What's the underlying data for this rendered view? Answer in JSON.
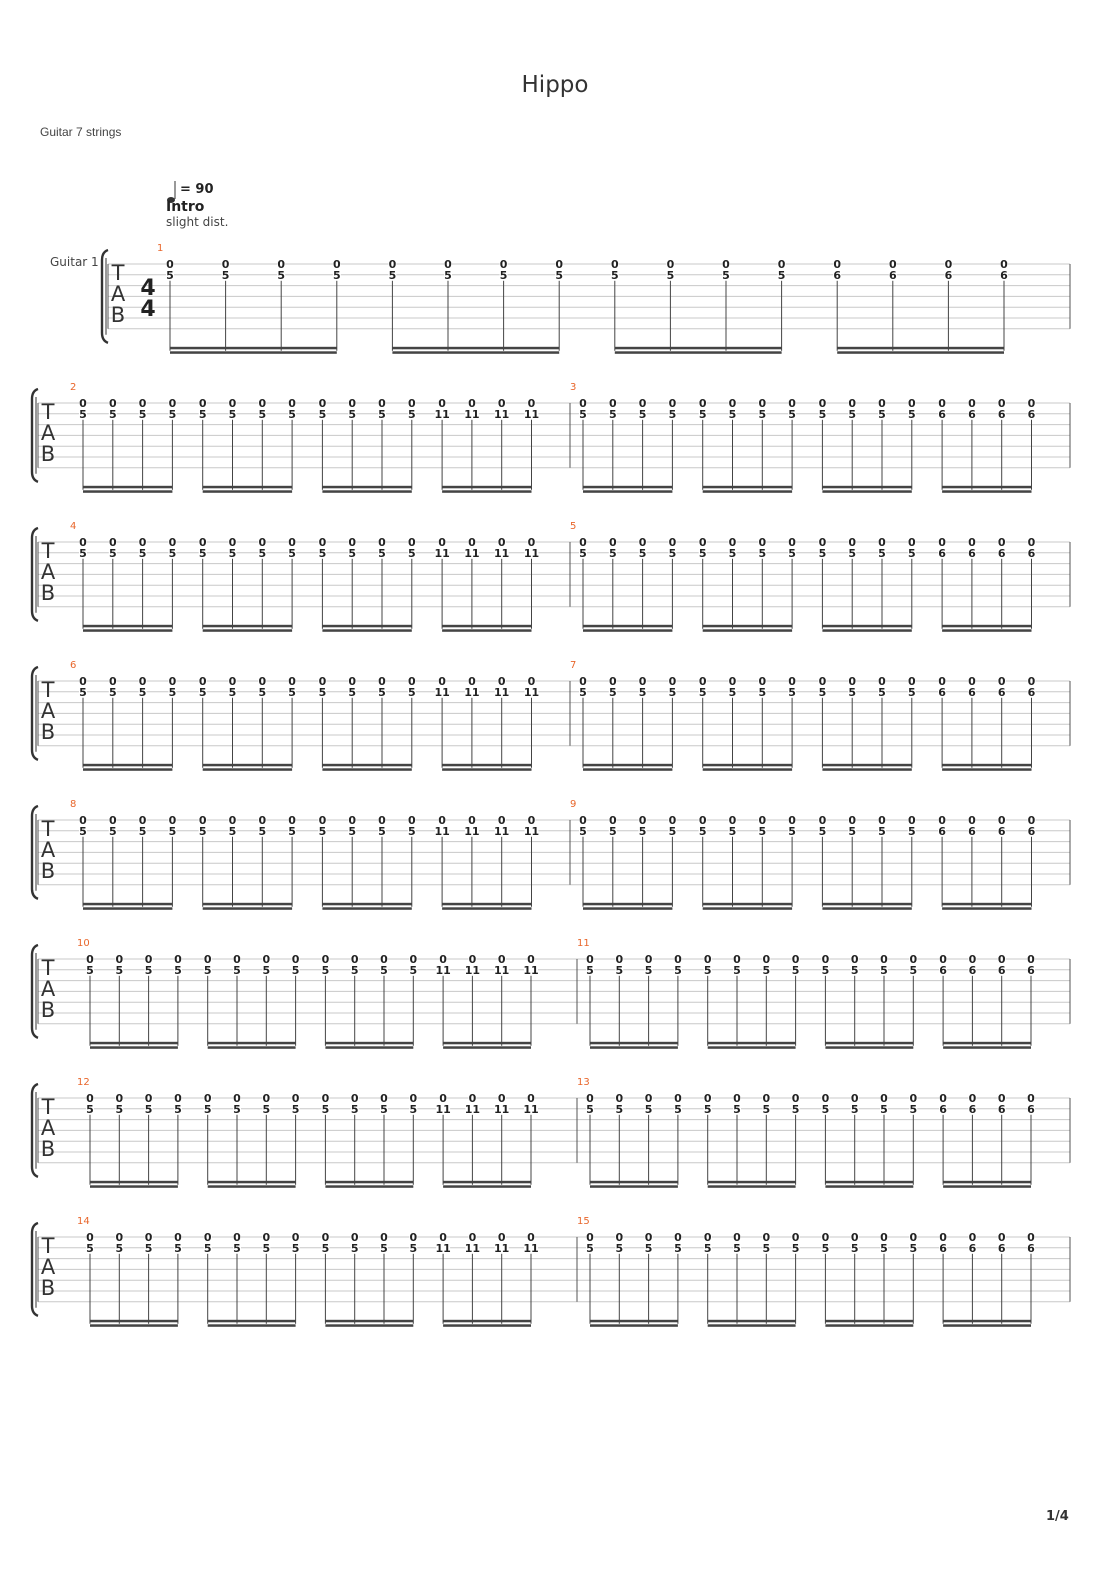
{
  "title": "Hippo",
  "instrument": "Guitar 7 strings",
  "track_label": "Guitar 1",
  "tempo": {
    "value": "90",
    "prefix": "= "
  },
  "section": "Intro",
  "annotation": "slight dist.",
  "time_signature": {
    "top": "4",
    "bottom": "4"
  },
  "tab_clef": [
    "T",
    "A",
    "B"
  ],
  "page_number": "1/4",
  "colors": {
    "measure_number": "#e8662b",
    "staff_line": "#c8c8c8",
    "ink": "#222222"
  },
  "measures": [
    {
      "number": "1",
      "strings": [
        [
          "0",
          "0",
          "0",
          "0",
          "0",
          "0",
          "0",
          "0",
          "0",
          "0",
          "0",
          "0",
          "0",
          "0",
          "0",
          "0"
        ],
        [
          "5",
          "5",
          "5",
          "5",
          "5",
          "5",
          "5",
          "5",
          "5",
          "5",
          "5",
          "5",
          "6",
          "6",
          "6",
          "6"
        ]
      ]
    },
    {
      "number": "2",
      "strings": [
        [
          "0",
          "0",
          "0",
          "0",
          "0",
          "0",
          "0",
          "0",
          "0",
          "0",
          "0",
          "0",
          "0",
          "0",
          "0",
          "0"
        ],
        [
          "5",
          "5",
          "5",
          "5",
          "5",
          "5",
          "5",
          "5",
          "5",
          "5",
          "5",
          "5",
          "11",
          "11",
          "11",
          "11"
        ]
      ]
    },
    {
      "number": "3",
      "strings": [
        [
          "0",
          "0",
          "0",
          "0",
          "0",
          "0",
          "0",
          "0",
          "0",
          "0",
          "0",
          "0",
          "0",
          "0",
          "0",
          "0"
        ],
        [
          "5",
          "5",
          "5",
          "5",
          "5",
          "5",
          "5",
          "5",
          "5",
          "5",
          "5",
          "5",
          "6",
          "6",
          "6",
          "6"
        ]
      ]
    },
    {
      "number": "4",
      "strings": [
        [
          "0",
          "0",
          "0",
          "0",
          "0",
          "0",
          "0",
          "0",
          "0",
          "0",
          "0",
          "0",
          "0",
          "0",
          "0",
          "0"
        ],
        [
          "5",
          "5",
          "5",
          "5",
          "5",
          "5",
          "5",
          "5",
          "5",
          "5",
          "5",
          "5",
          "11",
          "11",
          "11",
          "11"
        ]
      ]
    },
    {
      "number": "5",
      "strings": [
        [
          "0",
          "0",
          "0",
          "0",
          "0",
          "0",
          "0",
          "0",
          "0",
          "0",
          "0",
          "0",
          "0",
          "0",
          "0",
          "0"
        ],
        [
          "5",
          "5",
          "5",
          "5",
          "5",
          "5",
          "5",
          "5",
          "5",
          "5",
          "5",
          "5",
          "6",
          "6",
          "6",
          "6"
        ]
      ]
    },
    {
      "number": "6",
      "strings": [
        [
          "0",
          "0",
          "0",
          "0",
          "0",
          "0",
          "0",
          "0",
          "0",
          "0",
          "0",
          "0",
          "0",
          "0",
          "0",
          "0"
        ],
        [
          "5",
          "5",
          "5",
          "5",
          "5",
          "5",
          "5",
          "5",
          "5",
          "5",
          "5",
          "5",
          "11",
          "11",
          "11",
          "11"
        ]
      ]
    },
    {
      "number": "7",
      "strings": [
        [
          "0",
          "0",
          "0",
          "0",
          "0",
          "0",
          "0",
          "0",
          "0",
          "0",
          "0",
          "0",
          "0",
          "0",
          "0",
          "0"
        ],
        [
          "5",
          "5",
          "5",
          "5",
          "5",
          "5",
          "5",
          "5",
          "5",
          "5",
          "5",
          "5",
          "6",
          "6",
          "6",
          "6"
        ]
      ]
    },
    {
      "number": "8",
      "strings": [
        [
          "0",
          "0",
          "0",
          "0",
          "0",
          "0",
          "0",
          "0",
          "0",
          "0",
          "0",
          "0",
          "0",
          "0",
          "0",
          "0"
        ],
        [
          "5",
          "5",
          "5",
          "5",
          "5",
          "5",
          "5",
          "5",
          "5",
          "5",
          "5",
          "5",
          "11",
          "11",
          "11",
          "11"
        ]
      ]
    },
    {
      "number": "9",
      "strings": [
        [
          "0",
          "0",
          "0",
          "0",
          "0",
          "0",
          "0",
          "0",
          "0",
          "0",
          "0",
          "0",
          "0",
          "0",
          "0",
          "0"
        ],
        [
          "5",
          "5",
          "5",
          "5",
          "5",
          "5",
          "5",
          "5",
          "5",
          "5",
          "5",
          "5",
          "6",
          "6",
          "6",
          "6"
        ]
      ]
    },
    {
      "number": "10",
      "strings": [
        [
          "0",
          "0",
          "0",
          "0",
          "0",
          "0",
          "0",
          "0",
          "0",
          "0",
          "0",
          "0",
          "0",
          "0",
          "0",
          "0"
        ],
        [
          "5",
          "5",
          "5",
          "5",
          "5",
          "5",
          "5",
          "5",
          "5",
          "5",
          "5",
          "5",
          "11",
          "11",
          "11",
          "11"
        ]
      ]
    },
    {
      "number": "11",
      "strings": [
        [
          "0",
          "0",
          "0",
          "0",
          "0",
          "0",
          "0",
          "0",
          "0",
          "0",
          "0",
          "0",
          "0",
          "0",
          "0",
          "0"
        ],
        [
          "5",
          "5",
          "5",
          "5",
          "5",
          "5",
          "5",
          "5",
          "5",
          "5",
          "5",
          "5",
          "6",
          "6",
          "6",
          "6"
        ]
      ]
    },
    {
      "number": "12",
      "strings": [
        [
          "0",
          "0",
          "0",
          "0",
          "0",
          "0",
          "0",
          "0",
          "0",
          "0",
          "0",
          "0",
          "0",
          "0",
          "0",
          "0"
        ],
        [
          "5",
          "5",
          "5",
          "5",
          "5",
          "5",
          "5",
          "5",
          "5",
          "5",
          "5",
          "5",
          "11",
          "11",
          "11",
          "11"
        ]
      ]
    },
    {
      "number": "13",
      "strings": [
        [
          "0",
          "0",
          "0",
          "0",
          "0",
          "0",
          "0",
          "0",
          "0",
          "0",
          "0",
          "0",
          "0",
          "0",
          "0",
          "0"
        ],
        [
          "5",
          "5",
          "5",
          "5",
          "5",
          "5",
          "5",
          "5",
          "5",
          "5",
          "5",
          "5",
          "6",
          "6",
          "6",
          "6"
        ]
      ]
    },
    {
      "number": "14",
      "strings": [
        [
          "0",
          "0",
          "0",
          "0",
          "0",
          "0",
          "0",
          "0",
          "0",
          "0",
          "0",
          "0",
          "0",
          "0",
          "0",
          "0"
        ],
        [
          "5",
          "5",
          "5",
          "5",
          "5",
          "5",
          "5",
          "5",
          "5",
          "5",
          "5",
          "5",
          "11",
          "11",
          "11",
          "11"
        ]
      ]
    },
    {
      "number": "15",
      "strings": [
        [
          "0",
          "0",
          "0",
          "0",
          "0",
          "0",
          "0",
          "0",
          "0",
          "0",
          "0",
          "0",
          "0",
          "0",
          "0",
          "0"
        ],
        [
          "5",
          "5",
          "5",
          "5",
          "5",
          "5",
          "5",
          "5",
          "5",
          "5",
          "5",
          "5",
          "6",
          "6",
          "6",
          "6"
        ]
      ]
    }
  ]
}
